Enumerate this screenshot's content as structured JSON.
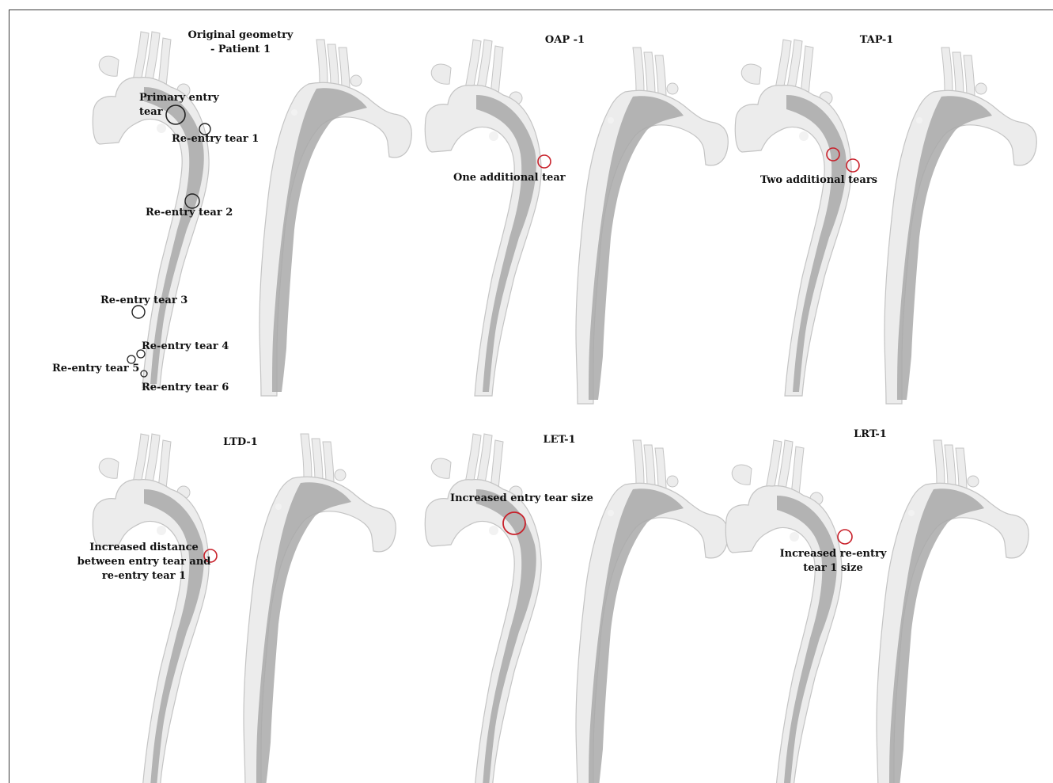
{
  "panels": {
    "original": {
      "title_line1": "Original geometry",
      "title_line2": "- Patient 1",
      "tears": {
        "primary_line1": "Primary entry",
        "primary_line2": "tear",
        "reentry1": "Re-entry tear 1",
        "reentry2": "Re-entry tear 2",
        "reentry3": "Re-entry tear 3",
        "reentry4": "Re-entry tear 4",
        "reentry5": "Re-entry tear 5",
        "reentry6": "Re-entry tear 6"
      }
    },
    "oap": {
      "title": "OAP -1",
      "annotation": "One additional tear"
    },
    "tap": {
      "title": "TAP-1",
      "annotation": "Two additional tears"
    },
    "ltd": {
      "title": "LTD-1",
      "annotation_line1": "Increased distance",
      "annotation_line2": "between entry tear and",
      "annotation_line3": "re-entry tear 1"
    },
    "let": {
      "title": "LET-1",
      "annotation": "Increased entry tear size"
    },
    "lrt": {
      "title": "LRT-1",
      "annotation_line1": "Increased re-entry",
      "annotation_line2": "tear 1 size"
    }
  },
  "colors": {
    "vessel_fill": "#ececec",
    "vessel_stroke": "#c4c4c4",
    "false_lumen": "#a9a9a9",
    "original_marker": "#222222",
    "highlight_marker": "#c8202a"
  }
}
